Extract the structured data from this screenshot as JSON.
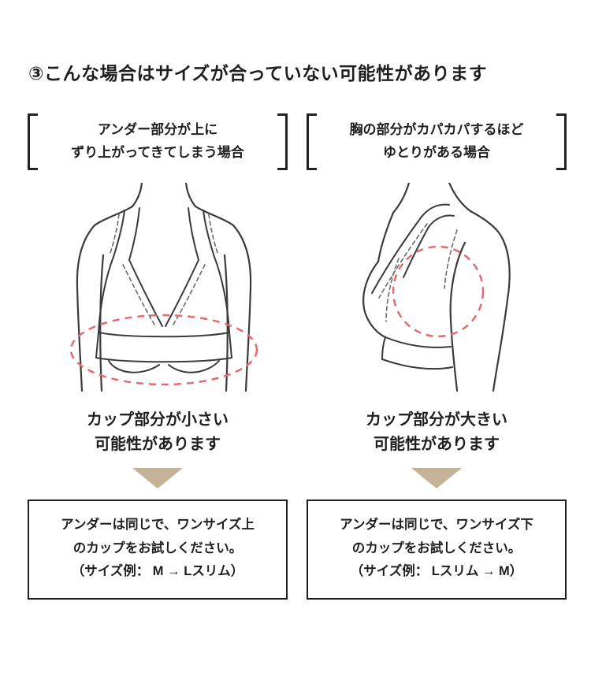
{
  "page": {
    "title": "③こんな場合はサイズが合っていない可能性があります"
  },
  "columns": [
    {
      "bracket_label_line1": "アンダー部分が上に",
      "bracket_label_line2": "ずり上がってきてしまう場合",
      "illustration": "front-view-band-riding-up",
      "caption_line1": "カップ部分が小さい",
      "caption_line2": "可能性があります",
      "box_line1": "アンダーは同じで、ワンサイズ上",
      "box_line2": "のカップをお試しください。",
      "box_line3": "（サイズ例： M → Lスリム）"
    },
    {
      "bracket_label_line1": "胸の部分がカパカパするほど",
      "bracket_label_line2": "ゆとりがある場合",
      "illustration": "side-view-cup-gap",
      "caption_line1": "カップ部分が大きい",
      "caption_line2": "可能性があります",
      "box_line1": "アンダーは同じで、ワンサイズ下",
      "box_line2": "のカップをお試しください。",
      "box_line3": "（サイズ例： Lスリム → M）"
    }
  ],
  "colors": {
    "text": "#1f1f1f",
    "line_art": "#3a3a3a",
    "seam_dashed": "#6a6a6a",
    "highlight_dashed": "#e36b70",
    "arrow": "#c4b299",
    "box_border": "#1f1f1f",
    "background": "#ffffff"
  }
}
